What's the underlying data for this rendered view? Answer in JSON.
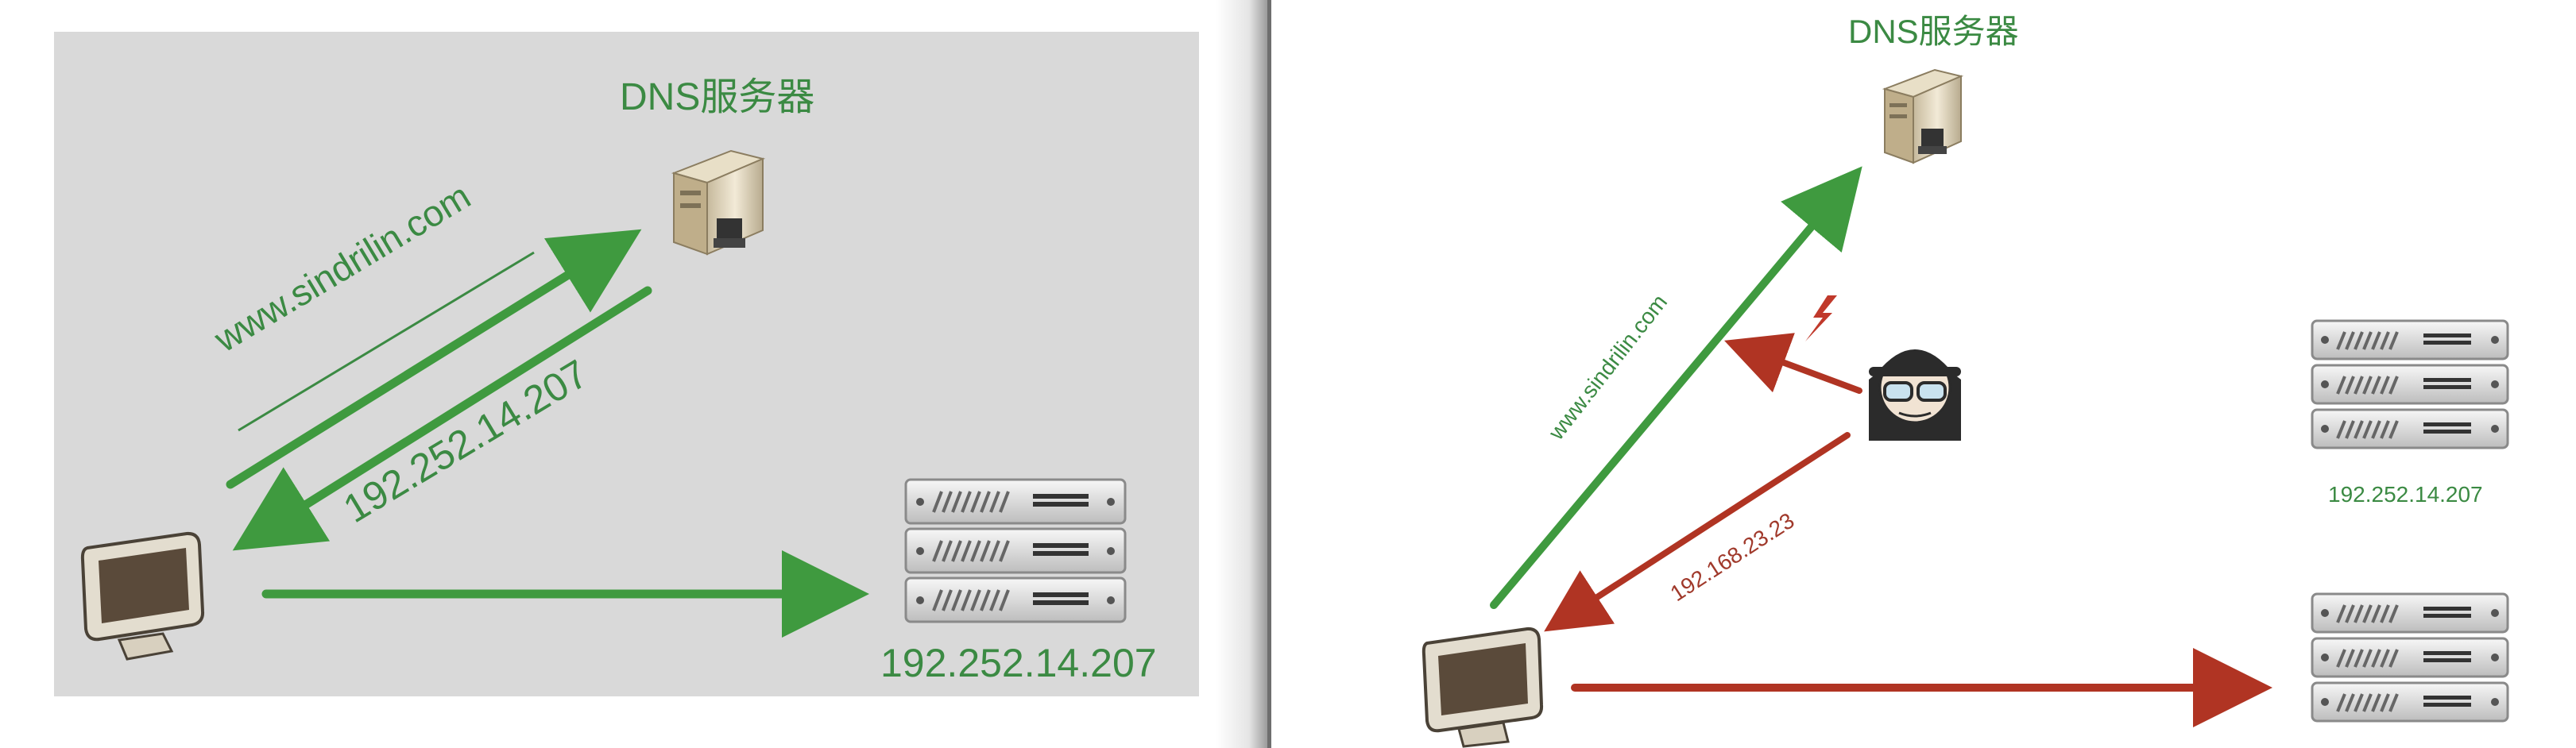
{
  "left_diagram": {
    "dns_label": "DNS服务器",
    "request_domain": "www.sindrilin.com",
    "response_ip": "192.252.14.207",
    "server_ip": "192.252.14.207"
  },
  "right_diagram": {
    "dns_label": "DNS服务器",
    "request_domain": "www.sindrilin.com",
    "spoofed_ip": "192.168.23.23",
    "legit_server_ip": "192.252.14.207"
  },
  "colors": {
    "green_arrow": "#3f9a3f",
    "green_text": "#3b8a43",
    "red_arrow": "#b03423",
    "red_text": "#a0392b",
    "gray_panel": "#d9d9d9"
  }
}
